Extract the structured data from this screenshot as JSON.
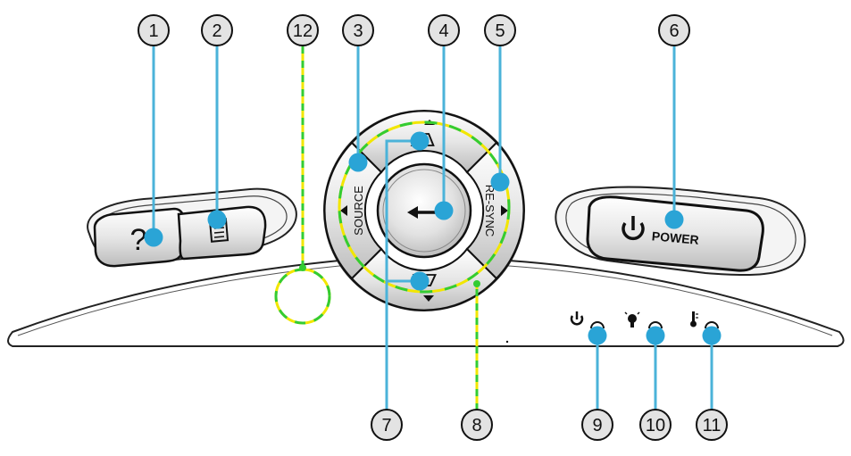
{
  "diagram": {
    "buttons": {
      "help": "?",
      "menu_icon": "menu-icon",
      "source": "SOURCE",
      "enter_icon": "enter-arrow-icon",
      "resync": "RE-SYNC",
      "power": "POWER",
      "power_icon": "power-icon"
    },
    "callouts": [
      "1",
      "2",
      "3",
      "4",
      "5",
      "6",
      "7",
      "8",
      "9",
      "10",
      "11",
      "12"
    ],
    "indicators": [
      {
        "icon": "power-icon"
      },
      {
        "icon": "lamp-icon"
      },
      {
        "icon": "thermometer-icon"
      }
    ],
    "colors": {
      "callout_line": "#4bb3d9",
      "highlight_yellow": "#f2e600",
      "highlight_green": "#33cc33",
      "callout_fill": "#e3e3e3",
      "button_face": "#e8e8e8"
    }
  }
}
